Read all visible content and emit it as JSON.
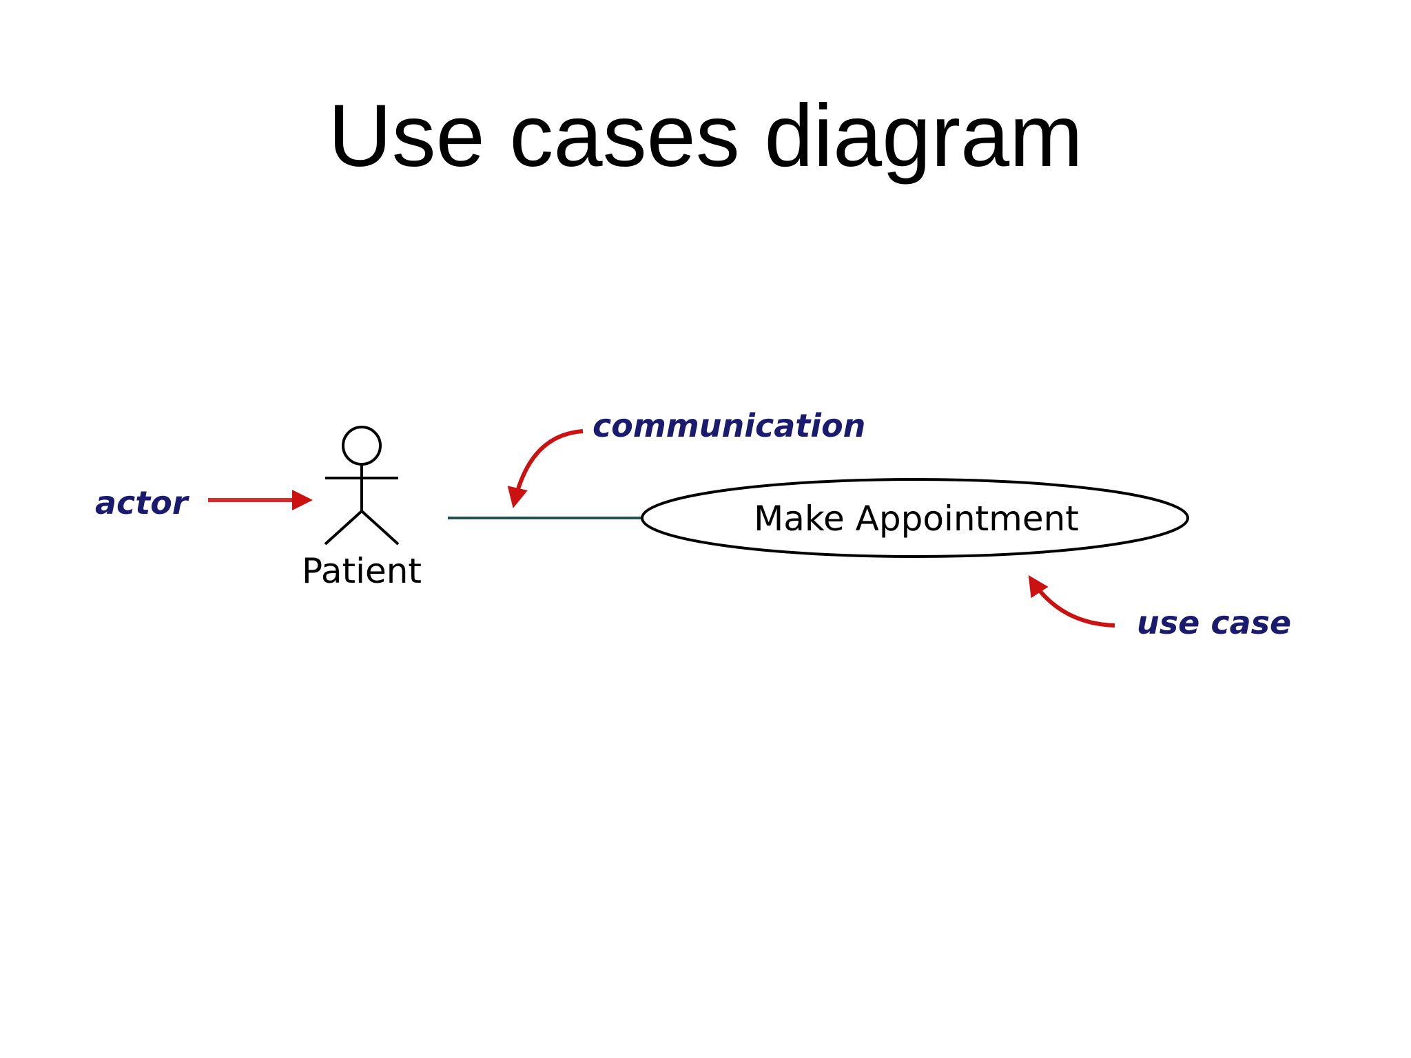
{
  "slide": {
    "title": "Use cases diagram"
  },
  "diagram": {
    "actor_name": "Patient",
    "use_case_name": "Make Appointment",
    "annotations": {
      "actor": "actor",
      "communication": "communication",
      "use_case": "use case"
    },
    "colors": {
      "annotation_text": "#1a1a6e",
      "annotation_arrow": "#cc1111",
      "communication_line": "#1f4f4f",
      "outline": "#000000"
    }
  }
}
